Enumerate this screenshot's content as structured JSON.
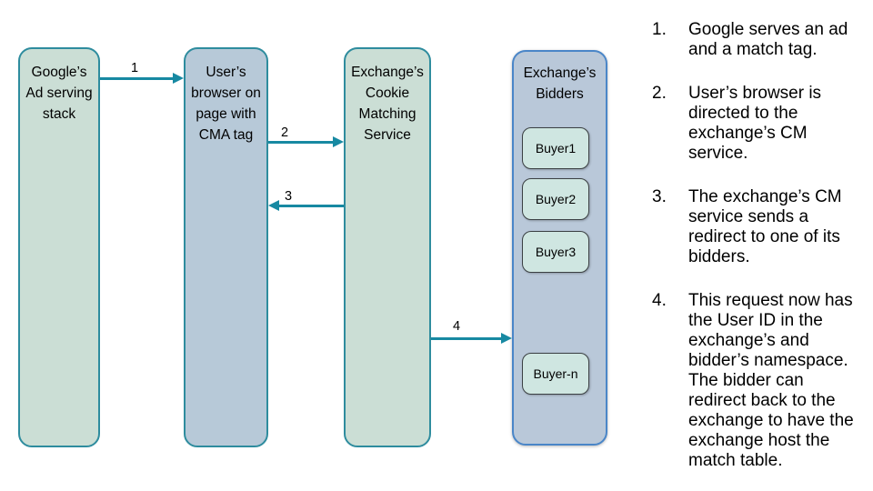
{
  "diagram": {
    "nodes": {
      "google": {
        "label": "Google’s\nAd serving\nstack"
      },
      "browser": {
        "label": "User’s\nbrowser on\npage with\nCMA tag"
      },
      "cms": {
        "label": "Exchange’s\nCookie\nMatching\nService"
      },
      "bidders": {
        "label": "Exchange’s\nBidders"
      }
    },
    "buyers": [
      "Buyer1",
      "Buyer2",
      "Buyer3",
      "Buyer-n"
    ],
    "arrows": [
      {
        "label": "1"
      },
      {
        "label": "2"
      },
      {
        "label": "3"
      },
      {
        "label": "4"
      }
    ],
    "colors": {
      "teal_border": "#2E8C9E",
      "arrow": "#1789A2",
      "green_fill": "#CBDED5",
      "blue_fill": "#B7C9D8",
      "bidders_fill": "#B9C8D9",
      "bidders_border": "#4A86C8",
      "buyer_fill": "#CFE6E1",
      "buyer_border": "#3B4043",
      "text": "#000000"
    }
  },
  "steps": [
    {
      "number": "1.",
      "text": "Google serves an ad\nand a match tag."
    },
    {
      "number": "2.",
      "text": "User’s browser is\ndirected to the\nexchange’s CM\nservice."
    },
    {
      "number": "3.",
      "text": "The exchange’s CM\nservice sends a\nredirect to one of its\nbidders."
    },
    {
      "number": "4.",
      "text": "This request now has\nthe User ID in the\nexchange’s and\nbidder’s namespace.\nThe bidder can\nredirect back to the\nexchange to have the\nexchange host the\nmatch table."
    }
  ]
}
